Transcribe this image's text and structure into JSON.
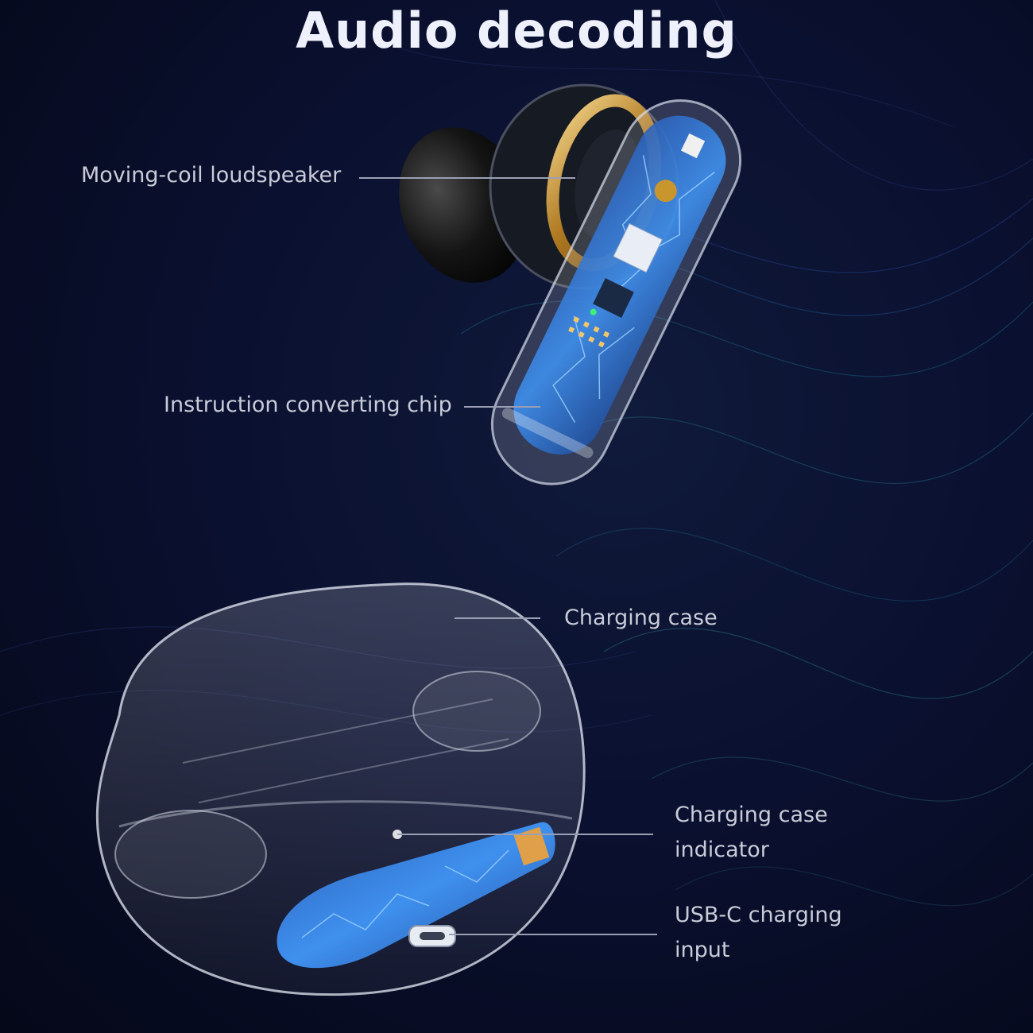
{
  "title": "Audio decoding",
  "callouts": {
    "speaker": "Moving-coil loudspeaker",
    "chip": "Instruction converting chip",
    "case": "Charging case",
    "indicator_line1": "Charging case",
    "indicator_line2": "indicator",
    "usb_line1": "USB-C charging",
    "usb_line2": "input"
  },
  "colors": {
    "background": "#0a1030",
    "text": "#c9ccd8",
    "title": "#eef1fb",
    "circuit": "#2f7fe0",
    "gold": "#c9962e"
  }
}
